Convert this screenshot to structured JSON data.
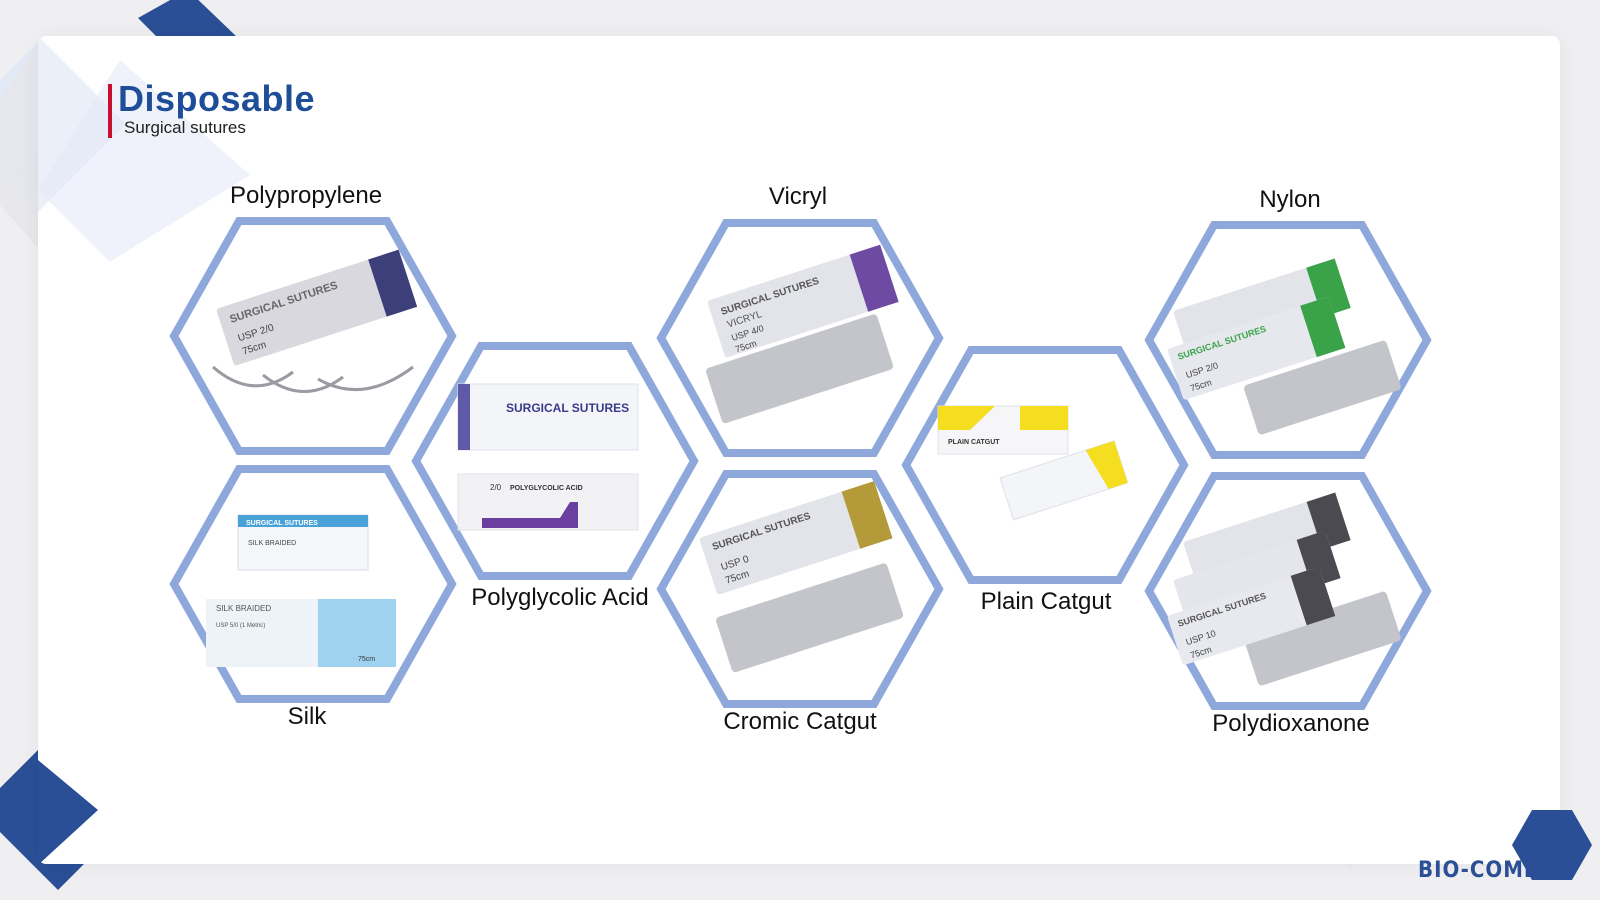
{
  "header": {
    "title": "Disposable",
    "subtitle": "Surgical sutures"
  },
  "products": [
    {
      "name": "Polypropylene",
      "image": "polypropylene-pack-image",
      "pack_text": "SURGICAL SUTURES",
      "usp": "USP 2/0",
      "length": "75cm"
    },
    {
      "name": "Silk",
      "image": "silk-pack-image",
      "pack_text": "SURGICAL SUTURES",
      "sub": "SILK BRAIDED",
      "usp": "USP 5/0 (1 Metric)",
      "length": "75cm"
    },
    {
      "name": "Polyglycolic Acid",
      "image": "polyglycolic-pack-image",
      "pack_text": "SURGICAL SUTURES",
      "sub": "POLYGLYCOLIC ACID",
      "usp": "2/0"
    },
    {
      "name": "Vicryl",
      "image": "vicryl-pack-image",
      "pack_text": "SURGICAL SUTURES",
      "sub": "VICRYL",
      "usp": "USP 4/0",
      "length": "75cm"
    },
    {
      "name": "Cromic Catgut",
      "image": "cromic-catgut-pack-image",
      "pack_text": "SURGICAL SUTURES",
      "usp": "USP 0",
      "length": "75cm"
    },
    {
      "name": "Plain Catgut",
      "image": "plain-catgut-pack-image",
      "pack_text": "PLAIN CATGUT"
    },
    {
      "name": "Nylon",
      "image": "nylon-pack-image",
      "pack_text": "SURGICAL SUTURES",
      "usp": "USP 2/0",
      "length": "75cm"
    },
    {
      "name": "Polydioxanone",
      "image": "polydioxanone-pack-image",
      "pack_text": "SURGICAL SUTURES",
      "usp": "USP 10",
      "length": "75cm"
    }
  ],
  "brand": "BIO-COMET",
  "colors": {
    "accent_blue": "#2a4f96",
    "hex_border": "#8fa8dc",
    "title_red": "#c8102e",
    "vicryl_purple": "#6e4aa3",
    "nylon_green": "#3aa34a",
    "catgut_yellow": "#f5dd1f",
    "cromic_gold": "#b59a3a"
  }
}
